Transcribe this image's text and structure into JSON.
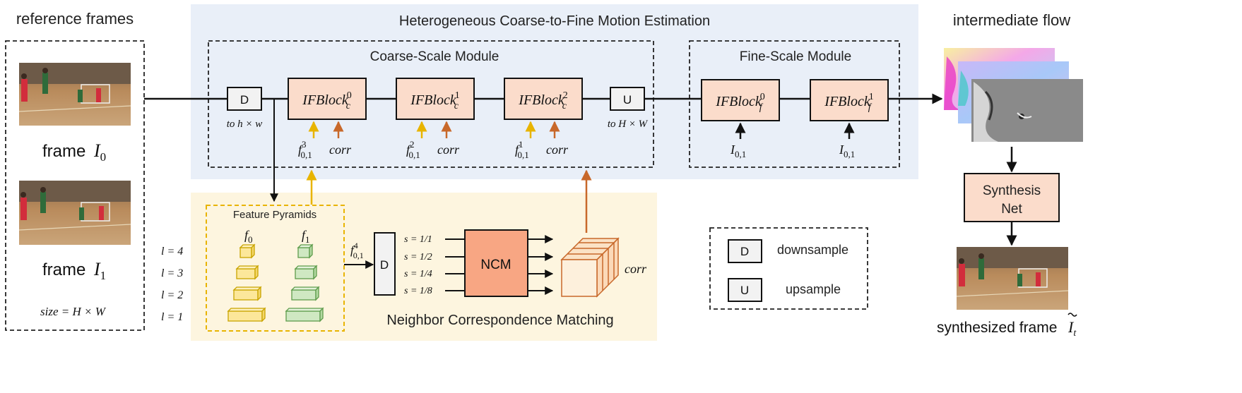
{
  "left_panel": {
    "title": "reference frames",
    "frame0_label": "frame",
    "frame0_symbol": "I",
    "frame0_sub": "0",
    "frame1_label": "frame",
    "frame1_symbol": "I",
    "frame1_sub": "1",
    "size_label": "size = H × W"
  },
  "motion": {
    "title": "Heterogeneous Coarse-to-Fine Motion Estimation",
    "coarse": {
      "title": "Coarse-Scale Module",
      "down_label": "D",
      "down_caption": "to h × w",
      "up_label": "U",
      "up_caption": "to H × W",
      "blocks": [
        {
          "name": "IFBlock",
          "sub": "c",
          "sup": "0",
          "f_sup": "3",
          "f_sub": "0,1",
          "corr": "corr"
        },
        {
          "name": "IFBlock",
          "sub": "c",
          "sup": "1",
          "f_sup": "2",
          "f_sub": "0,1",
          "corr": "corr"
        },
        {
          "name": "IFBlock",
          "sub": "c",
          "sup": "2",
          "f_sup": "1",
          "f_sub": "0,1",
          "corr": "corr"
        }
      ]
    },
    "fine": {
      "title": "Fine-Scale Module",
      "blocks": [
        {
          "name": "IFBlock",
          "sub": "f",
          "sup": "0",
          "input": "I",
          "input_sub": "0,1"
        },
        {
          "name": "IFBlock",
          "sub": "f",
          "sup": "1",
          "input": "I",
          "input_sub": "0,1"
        }
      ]
    }
  },
  "ncm": {
    "title": "Neighbor Correspondence Matching",
    "pyramid_title": "Feature Pyramids",
    "f0_label": "f",
    "f0_sub": "0",
    "f1_label": "f",
    "f1_sub": "1",
    "levels": [
      "l = 4",
      "l = 3",
      "l = 2",
      "l = 1"
    ],
    "f_input": "f",
    "f_input_sup": "4",
    "f_input_sub": "0,1",
    "down_label": "D",
    "scales": [
      "s = 1/1",
      "s = 1/2",
      "s = 1/4",
      "s = 1/8"
    ],
    "ncm_label": "NCM",
    "corr_label": "corr"
  },
  "legend": {
    "d_key": "D",
    "d_text": "downsample",
    "u_key": "U",
    "u_text": "upsample"
  },
  "right_panel": {
    "title": "intermediate flow",
    "synth_line1": "Synthesis",
    "synth_line2": "Net",
    "output_label": "synthesized frame",
    "output_symbol": "I",
    "output_sub": "t"
  },
  "colors": {
    "motion_bg": "#e9eff8",
    "ncm_bg": "#fdf5df",
    "block_fill": "#fbdccb",
    "ncm_fill": "#f8a683",
    "yellow_arrow": "#e8b400",
    "orange_arrow": "#c8682a",
    "pyr_yellow": "#fce79a",
    "pyr_green": "#cfe8c2"
  }
}
